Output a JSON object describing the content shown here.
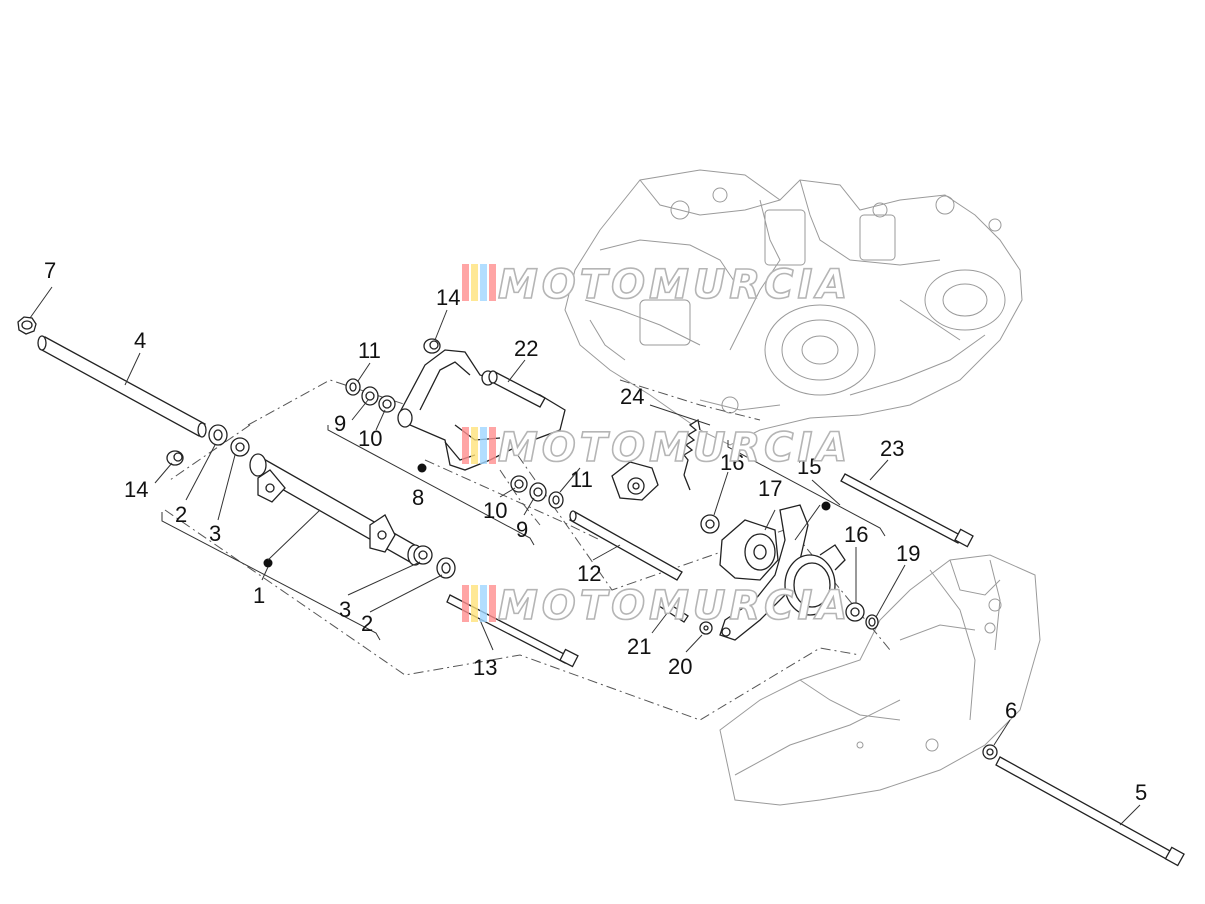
{
  "watermark": {
    "text": "MOTOMURCIA",
    "stripe_colors": [
      "#ff8f8f",
      "#ffe27a",
      "#9fd6ff",
      "#ff8f8f"
    ]
  },
  "callouts": [
    {
      "id": "c7",
      "text": "7"
    },
    {
      "id": "c4",
      "text": "4"
    },
    {
      "id": "c14a",
      "text": "14"
    },
    {
      "id": "c14b",
      "text": "14"
    },
    {
      "id": "c11a",
      "text": "11"
    },
    {
      "id": "c22",
      "text": "22"
    },
    {
      "id": "c9a",
      "text": "9"
    },
    {
      "id": "c10a",
      "text": "10"
    },
    {
      "id": "c8",
      "text": "8"
    },
    {
      "id": "c24",
      "text": "24"
    },
    {
      "id": "c16a",
      "text": "16"
    },
    {
      "id": "c15",
      "text": "15"
    },
    {
      "id": "c23",
      "text": "23"
    },
    {
      "id": "c2a",
      "text": "2"
    },
    {
      "id": "c3a",
      "text": "3"
    },
    {
      "id": "c1",
      "text": "1"
    },
    {
      "id": "c10b",
      "text": "10"
    },
    {
      "id": "c11b",
      "text": "11"
    },
    {
      "id": "c9b",
      "text": "9"
    },
    {
      "id": "c17",
      "text": "17"
    },
    {
      "id": "c16b",
      "text": "16"
    },
    {
      "id": "c19",
      "text": "19"
    },
    {
      "id": "c12",
      "text": "12"
    },
    {
      "id": "c3b",
      "text": "3"
    },
    {
      "id": "c2b",
      "text": "2"
    },
    {
      "id": "c13",
      "text": "13"
    },
    {
      "id": "c21",
      "text": "21"
    },
    {
      "id": "c20",
      "text": "20"
    },
    {
      "id": "c6",
      "text": "6"
    },
    {
      "id": "c5",
      "text": "5"
    }
  ]
}
